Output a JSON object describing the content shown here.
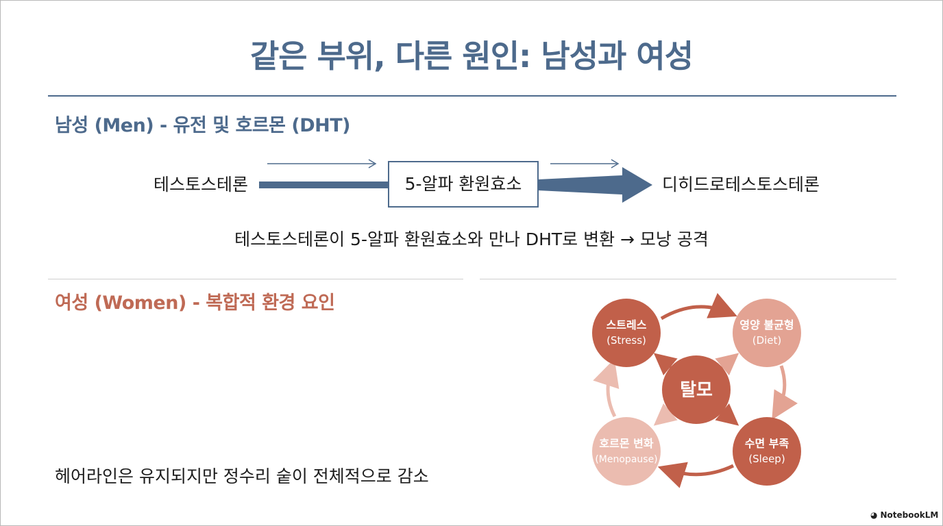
{
  "slide": {
    "title": "같은 부위, 다른 원인: 남성과 여성"
  },
  "men": {
    "heading": "남성 (Men) - 유전 및 호르몬 (DHT)",
    "source": "테스토스테론",
    "enzyme": "5-알파 환원효소",
    "product": "디히드로테스토스테론",
    "caption": "테스토스테론이 5-알파 환원효소와 만나 DHT로 변환 → 모낭 공격"
  },
  "women": {
    "heading": "여성 (Women) - 복합적 환경 요인",
    "caption": "헤어라인은 유지되지만 정수리 숱이 전체적으로 감소",
    "center": "탈모",
    "factors": [
      {
        "label": "스트레스",
        "sub": "(Stress)",
        "color": "#c1604a"
      },
      {
        "label": "영양 불균형",
        "sub": "(Diet)",
        "color": "#e3a393"
      },
      {
        "label": "수면 부족",
        "sub": "(Sleep)",
        "color": "#c1604a"
      },
      {
        "label": "호르몬 변화",
        "sub": "(Menopause)",
        "color": "#ebbcb0"
      }
    ]
  },
  "colors": {
    "blue": "#4d6a8c",
    "terracotta": "#bf6a55",
    "center": "#c1604a"
  },
  "brand": {
    "name": "NotebookLM"
  }
}
